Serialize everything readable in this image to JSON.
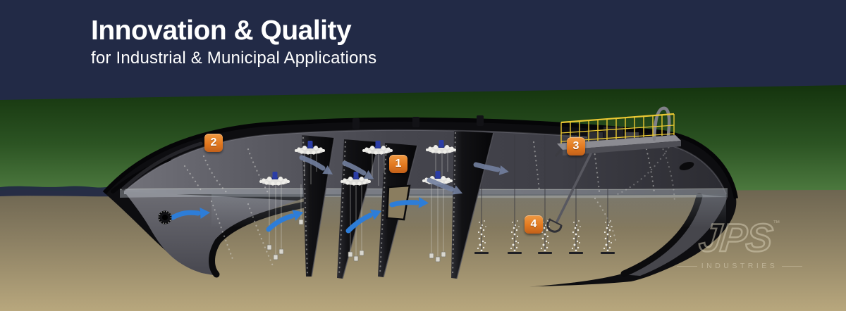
{
  "header": {
    "title": "Innovation & Quality",
    "subtitle": "for Industrial & Municipal Applications"
  },
  "callouts": [
    {
      "number": "1"
    },
    {
      "number": "2"
    },
    {
      "number": "3"
    },
    {
      "number": "4"
    }
  ],
  "logo": {
    "brand": "JPS",
    "trademark": "™",
    "subtext": "INDUSTRIES"
  },
  "colors": {
    "sky_navy": "#222a46",
    "hill_green_dark": "#17360f",
    "hill_green_light": "#4e7b40",
    "ground_tan_dark": "#6c6450",
    "ground_tan_light": "#b8a77d",
    "tank_black": "#0d0d10",
    "badge_orange": "#e2791f",
    "badge_orange_light": "#f09a44",
    "badge_orange_dark": "#c2601a",
    "arrow_blue": "#2d7dd8",
    "arrow_slate": "#72809f",
    "railing_yellow": "#eac833",
    "foam_white": "#efeee9",
    "motor_blue": "#2b3da6",
    "logo_beige": "#ded6bd",
    "title_white": "#ffffff"
  }
}
